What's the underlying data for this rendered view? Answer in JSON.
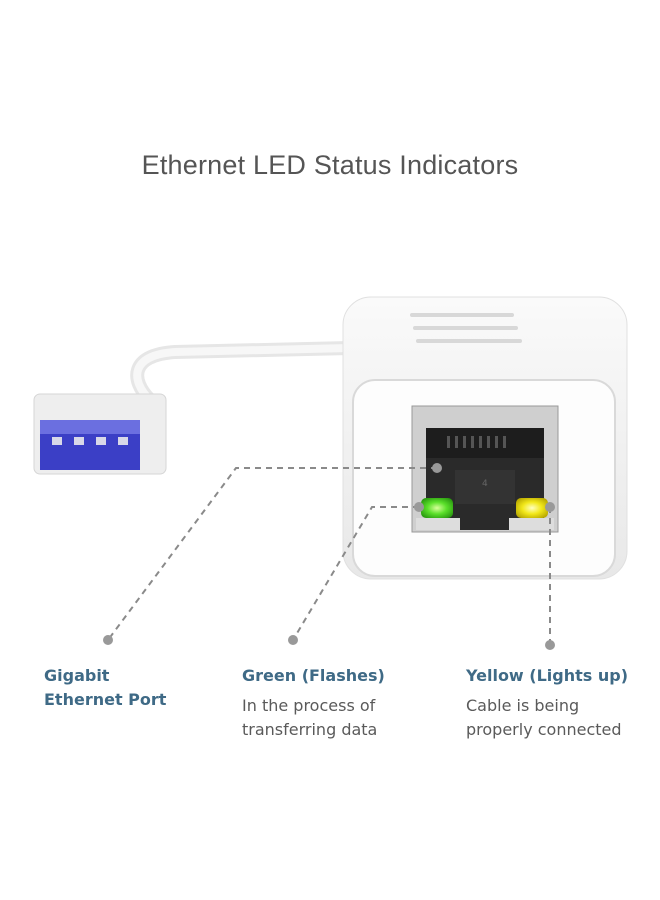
{
  "title": "Ethernet LED Status Indicators",
  "port_number": "4",
  "colors": {
    "label": "#3f6a86",
    "green_led": "#5be02a",
    "yellow_led": "#f2e81a",
    "usb_insert": "#3b3fc6"
  },
  "callouts": [
    {
      "label_line1": "Gigabit",
      "label_line2": "Ethernet Port"
    },
    {
      "label": "Green (Flashes)",
      "desc_line1": "In the process of",
      "desc_line2": "transferring data"
    },
    {
      "label": "Yellow (Lights up)",
      "desc_line1": "Cable is being",
      "desc_line2": "properly connected"
    }
  ]
}
